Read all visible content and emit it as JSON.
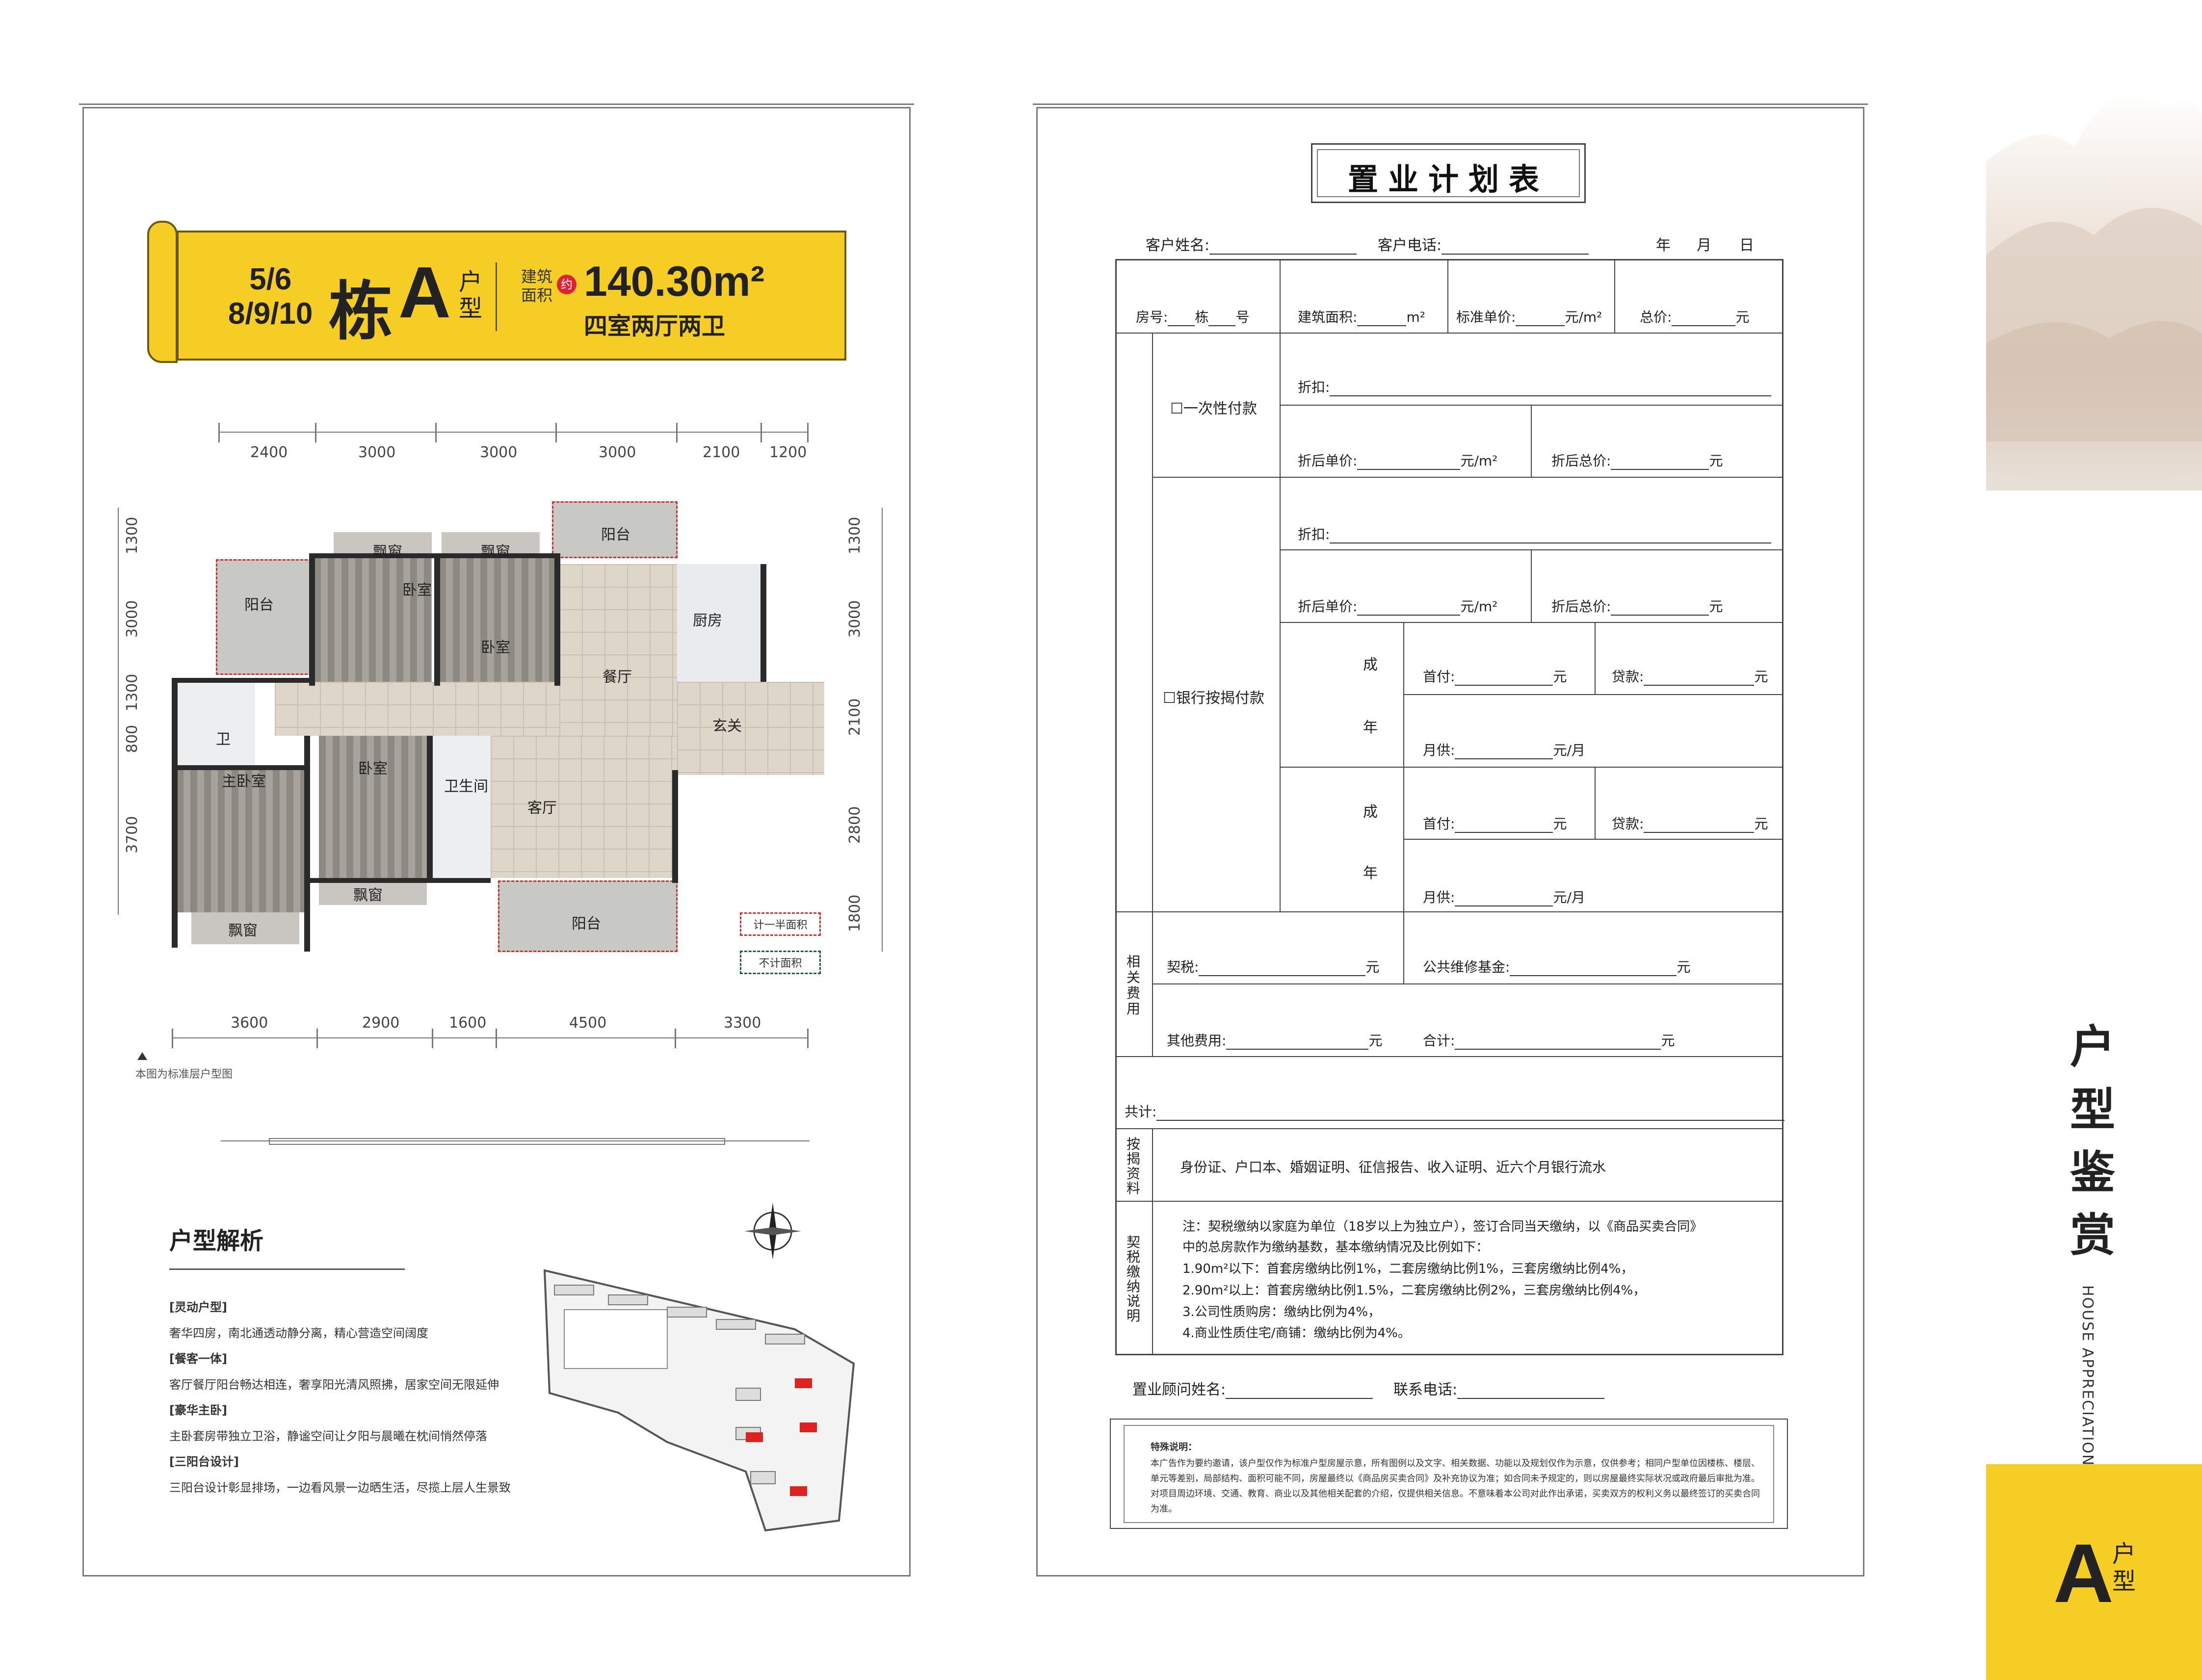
{
  "left": {
    "banner": {
      "buildings_line1": "5/6",
      "buildings_line2": "8/9/10",
      "dong": "栋",
      "type_letter": "A",
      "huxing": "户型",
      "area_label": "建筑面积",
      "yue": "约",
      "area_value": "140.30m²",
      "layout": "四室两厅两卫"
    },
    "dims_top": [
      "2400",
      "3000",
      "3000",
      "3000",
      "2100",
      "1200"
    ],
    "dims_bottom": [
      "3600",
      "2900",
      "1600",
      "4500",
      "3300"
    ],
    "dims_left": [
      "1300",
      "3000",
      "1300",
      "800",
      "3700"
    ],
    "dims_right": [
      "1300",
      "3000",
      "2100",
      "2800",
      "1800"
    ],
    "rooms": {
      "bay1": "飘窗",
      "bay2": "飘窗",
      "balcony_top": "阳台",
      "bedroom1": "卧室",
      "bedroom2": "卧室",
      "balcony_left": "阳台",
      "kitchen": "厨房",
      "dining": "餐厅",
      "entrance": "玄关",
      "bath1": "卫",
      "master": "主卧室",
      "bedroom3": "卧室",
      "bath2": "卫生间",
      "living": "客厅",
      "bay3": "飘窗",
      "bay4": "飘窗",
      "balcony_bottom": "阳台"
    },
    "legend": {
      "half": "计一半面积",
      "none": "不计面积"
    },
    "note": "本图为标准层户型图",
    "analysis": {
      "title": "户型解析",
      "items": [
        {
          "h": "[灵动户型]",
          "t": "奢华四房，南北通透动静分离，精心营造空间阔度"
        },
        {
          "h": "[餐客一体]",
          "t": "客厅餐厅阳台畅达相连，奢享阳光清风照拂，居家空间无限延伸"
        },
        {
          "h": "[豪华主卧]",
          "t": "主卧套房带独立卫浴，静谧空间让夕阳与晨曦在枕间悄然停落"
        },
        {
          "h": "[三阳台设计]",
          "t": "三阳台设计彰显排场，一边看风景一边晒生活，尽揽上层人生景致"
        }
      ]
    }
  },
  "right": {
    "title": "置业计划表",
    "customer_name": "客户姓名:",
    "customer_phone": "客户电话:",
    "year": "年",
    "month": "月",
    "day": "日",
    "room_no": "房号:",
    "dong": "栋",
    "hao": "号",
    "build_area": "建筑面积:",
    "m2": "m²",
    "std_price": "标准单价:",
    "yuan_m2": "元/m²",
    "total": "总价:",
    "yuan": "元",
    "one_time": "☐一次性付款",
    "discount": "折扣:",
    "disc_unit": "折后单价:",
    "disc_total": "折后总价:",
    "bank": "☐银行按揭付款",
    "cheng": "成",
    "nian": "年",
    "down": "首付:",
    "loan": "贷款:",
    "monthly": "月供:",
    "yuan_month": "元/月",
    "fees_label": "相关费用",
    "deed_tax": "契税:",
    "maintenance": "公共维修基金:",
    "other_fees": "其他费用:",
    "subtotal": "合计:",
    "grand_total": "共计:",
    "mortgage_docs_label": "按揭资料",
    "mortgage_docs": "身份证、户口本、婚姻证明、征信报告、收入证明、近六个月银行流水",
    "tax_label": "契税缴纳说明",
    "tax_notes": [
      "注：契税缴纳以家庭为单位（18岁以上为独立户），签订合同当天缴纳，以《商品买卖合同》",
      "中的总房款作为缴纳基数，基本缴纳情况及比例如下：",
      "1.90m²以下：首套房缴纳比例1%，二套房缴纳比例1%，三套房缴纳比例4%，",
      "2.90m²以上：首套房缴纳比例1.5%，二套房缴纳比例2%，三套房缴纳比例4%，",
      "3.公司性质购房：缴纳比例为4%，",
      "4.商业性质住宅/商铺：缴纳比例为4%。"
    ],
    "consultant": "置业顾问姓名:",
    "contact": "联系电话:",
    "special_title": "特殊说明：",
    "special_text": "本广告作为要约邀请，该户型仅作为标准户型房屋示意，所有图例以及文字、相关数据、功能以及规划仅作为示意，仅供参考；相同户型单位因楼栋、楼层、单元等差别，局部结构、面积可能不同，房屋最终以《商品房买卖合同》及补充协议为准；如合同未予规定的，则以房屋最终实际状况或政府最后审批为准。对项目周边环境、交通、教育、商业以及其他相关配套的介绍，仅提供相关信息。不意味着本公司对此作出承诺，买卖双方的权利义务以最终签订的买卖合同为准。"
  },
  "side": {
    "title_chars": [
      "户",
      "型",
      "鉴",
      "赏"
    ],
    "english": "HOUSE APPRECIATION",
    "badge_letter": "A",
    "badge_text": "户型"
  },
  "colors": {
    "accent": "#f6cd25",
    "border": "#7a7a7a",
    "text": "#222222"
  }
}
